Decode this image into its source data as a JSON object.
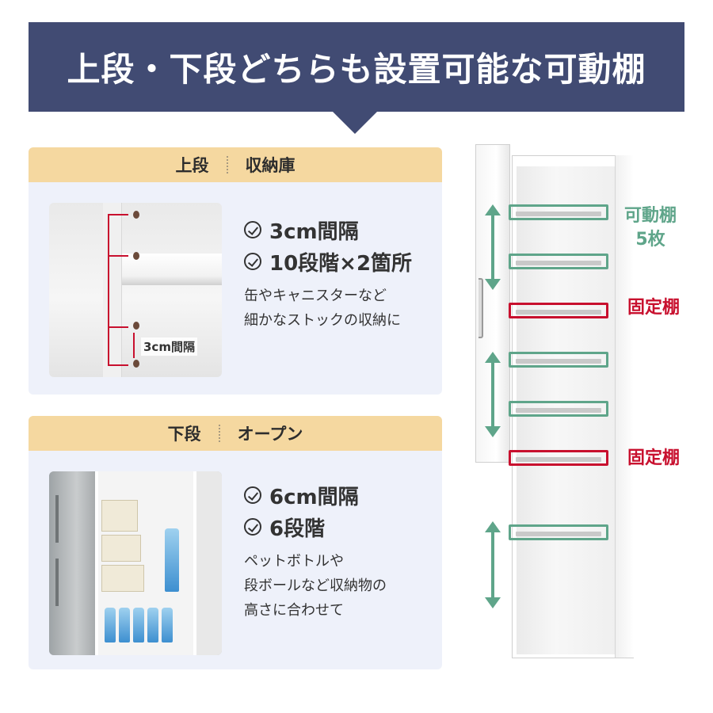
{
  "header": {
    "title": "上段・下段どちらも設置可能な可動棚"
  },
  "upper": {
    "head_left": "上段",
    "head_right": "収納庫",
    "features": [
      "3cm間隔",
      "10段階×2箇所"
    ],
    "description": [
      "缶やキャニスターなど",
      "細かなストックの収納に"
    ],
    "annot_steps": [
      "10段階",
      "×2箇所"
    ],
    "annot_gap": "3cm間隔"
  },
  "lower": {
    "head_left": "下段",
    "head_right": "オープン",
    "features": [
      "6cm間隔",
      "6段階"
    ],
    "description": [
      "ペットボトルや",
      "段ボールなど収納物の",
      "高さに合わせて"
    ]
  },
  "cabinet": {
    "movable_label": [
      "可動棚",
      "5枚"
    ],
    "fixed_label_1": "固定棚",
    "fixed_label_2": "固定棚"
  },
  "colors": {
    "banner": "#414b73",
    "panel_head": "#f5d8a0",
    "panel_bg": "#eef1fa",
    "movable": "#5fa58a",
    "fixed": "#c8102e"
  }
}
